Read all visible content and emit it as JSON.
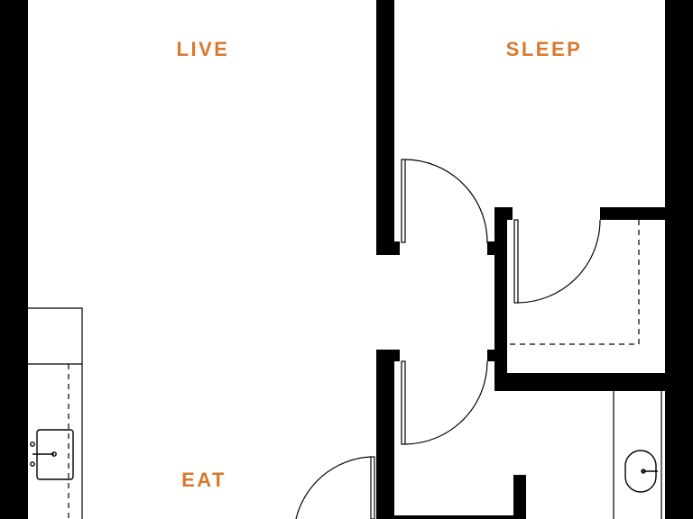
{
  "rooms": {
    "live": "LIVE",
    "sleep": "SLEEP",
    "eat": "EAT"
  },
  "colors": {
    "label": "#d9782d",
    "wall": "#000000",
    "background": "#ffffff"
  }
}
